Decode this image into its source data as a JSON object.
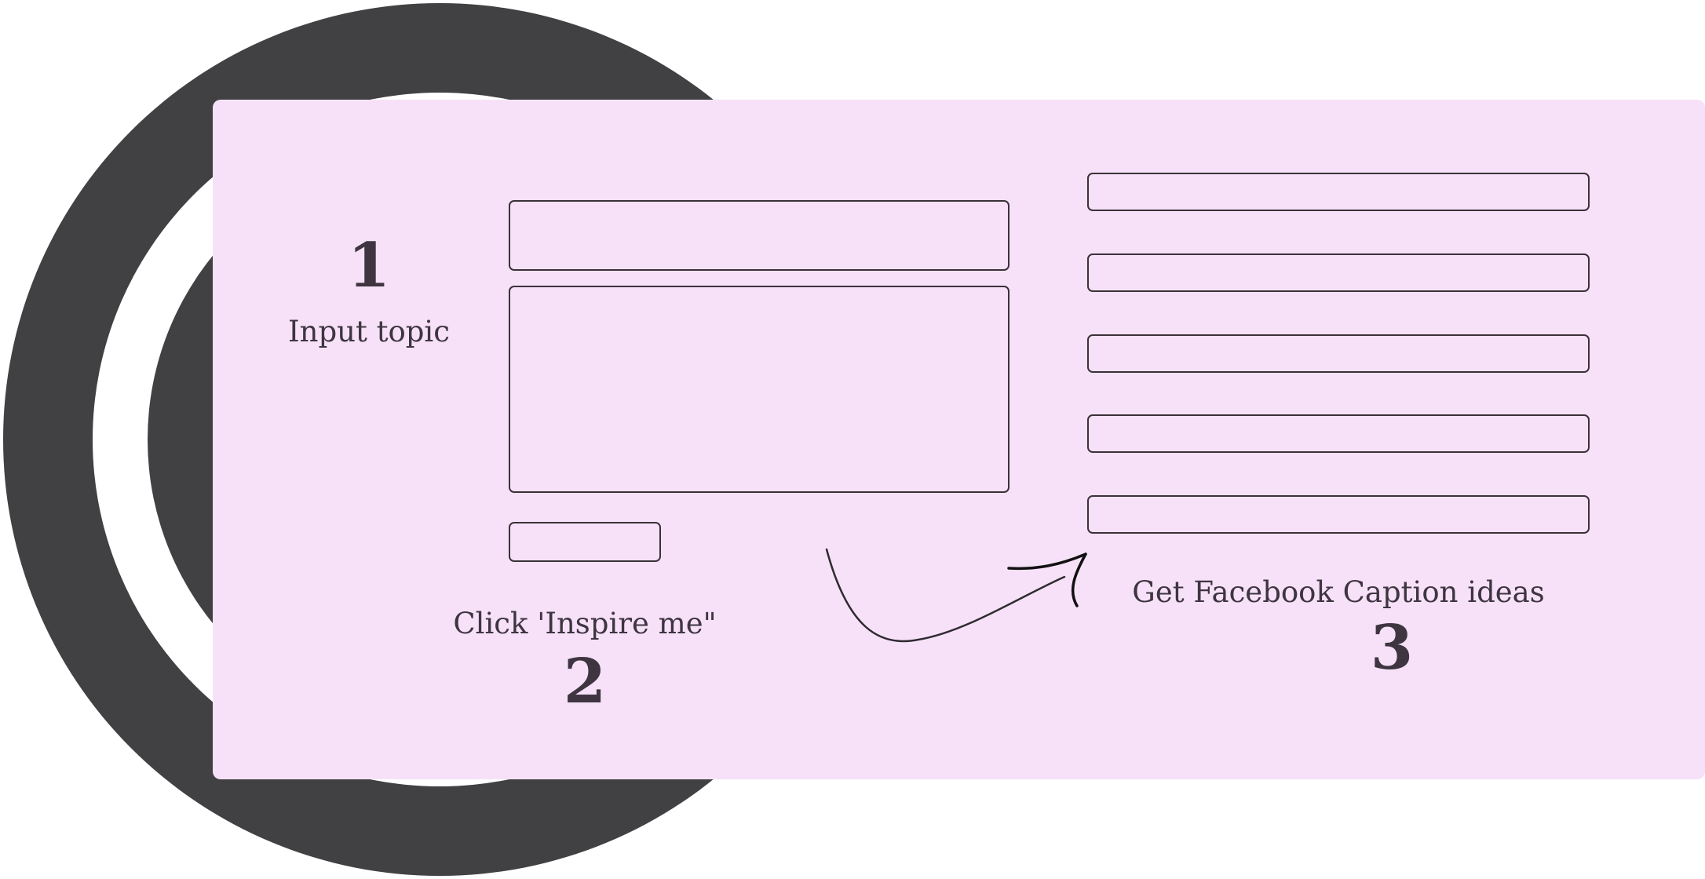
{
  "colors": {
    "ring": "#414042",
    "panel": "#f7e1f9",
    "outline": "#3a3238",
    "text": "#3e3540"
  },
  "steps": [
    {
      "number": "1",
      "label": "Input topic"
    },
    {
      "number": "2",
      "label": "Click 'Inspire me\""
    },
    {
      "number": "3",
      "label": "Get Facebook Caption ideas"
    }
  ]
}
